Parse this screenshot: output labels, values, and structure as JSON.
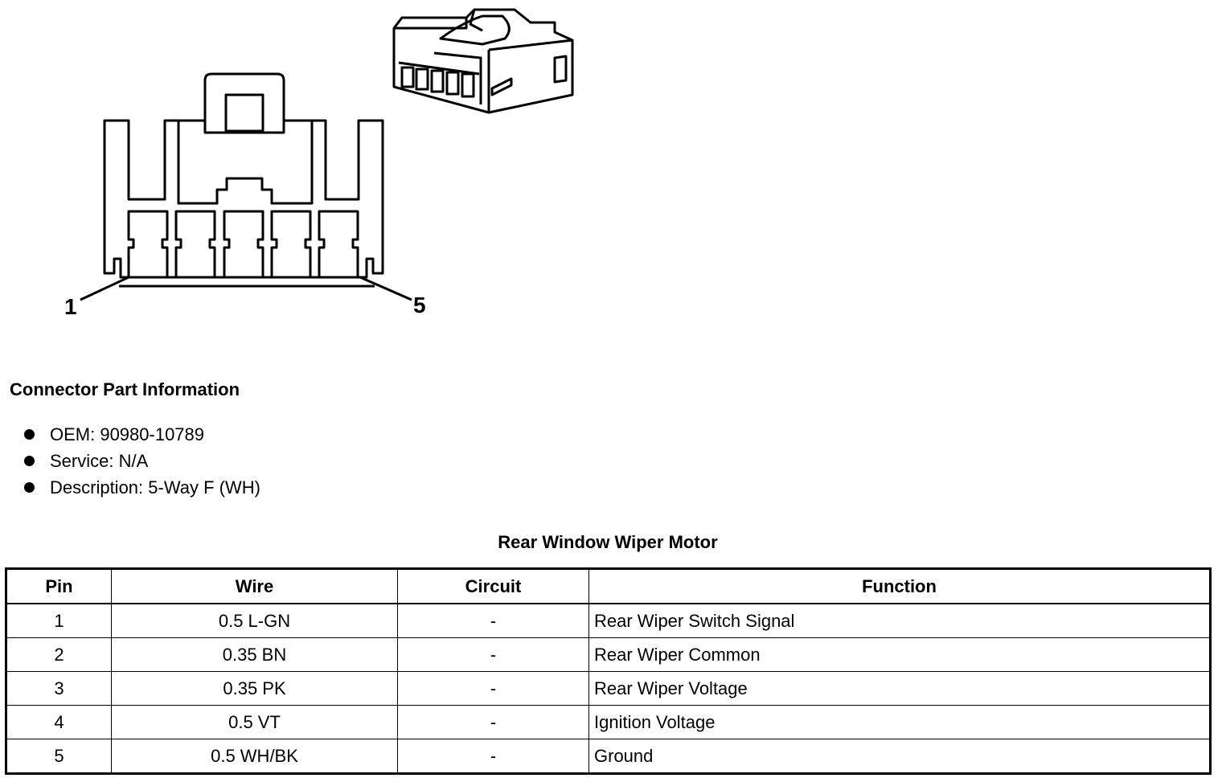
{
  "diagram": {
    "pin_first_label": "1",
    "pin_last_label": "5"
  },
  "connector_info": {
    "title": "Connector Part Information",
    "items": [
      "OEM: 90980-10789",
      "Service: N/A",
      "Description: 5-Way F (WH)"
    ]
  },
  "table": {
    "title": "Rear Window Wiper Motor",
    "headers": [
      "Pin",
      "Wire",
      "Circuit",
      "Function"
    ],
    "rows": [
      [
        "1",
        "0.5 L-GN",
        "-",
        "Rear Wiper Switch Signal"
      ],
      [
        "2",
        "0.35 BN",
        "-",
        "Rear Wiper Common"
      ],
      [
        "3",
        "0.35 PK",
        "-",
        "Rear Wiper Voltage"
      ],
      [
        "4",
        "0.5 VT",
        "-",
        "Ignition Voltage"
      ],
      [
        "5",
        "0.5 WH/BK",
        "-",
        "Ground"
      ]
    ]
  }
}
